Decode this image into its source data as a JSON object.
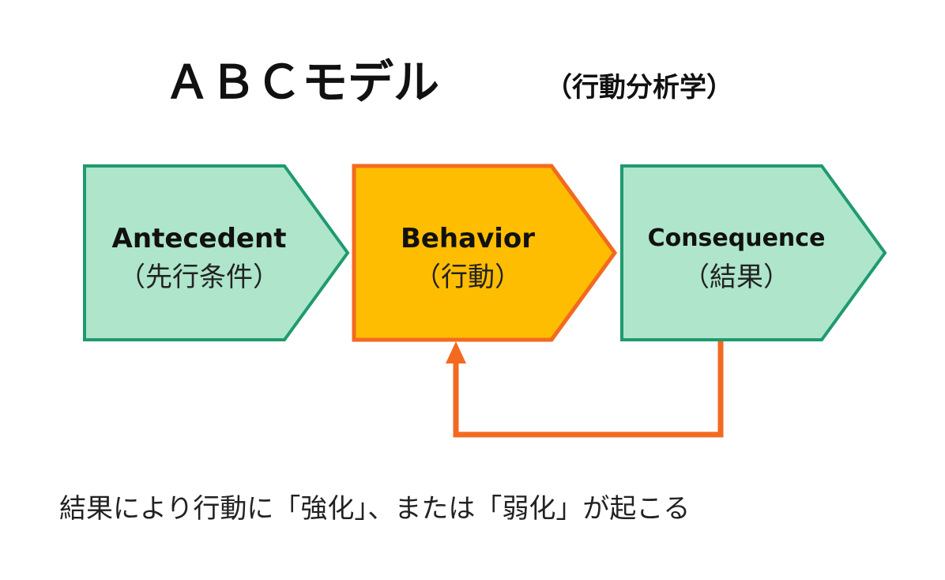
{
  "title": {
    "main": "ＡＢＣモデル",
    "sub": "（行動分析学）"
  },
  "boxes": [
    {
      "id": "antecedent",
      "label": "Antecedent",
      "sublabel": "（先行条件）",
      "fill": "#aee5cb",
      "stroke": "#1f9a6f"
    },
    {
      "id": "behavior",
      "label": "Behavior",
      "sublabel": "（行動）",
      "fill": "#ffbd00",
      "stroke": "#f26a21"
    },
    {
      "id": "consequence",
      "label": "Consequence",
      "sublabel": "（結果）",
      "fill": "#aee5cb",
      "stroke": "#1f9a6f"
    }
  ],
  "feedback": {
    "from": "consequence",
    "to": "behavior",
    "color": "#f26a21"
  },
  "caption": "結果により行動に「強化」、または「弱化」が起こる"
}
